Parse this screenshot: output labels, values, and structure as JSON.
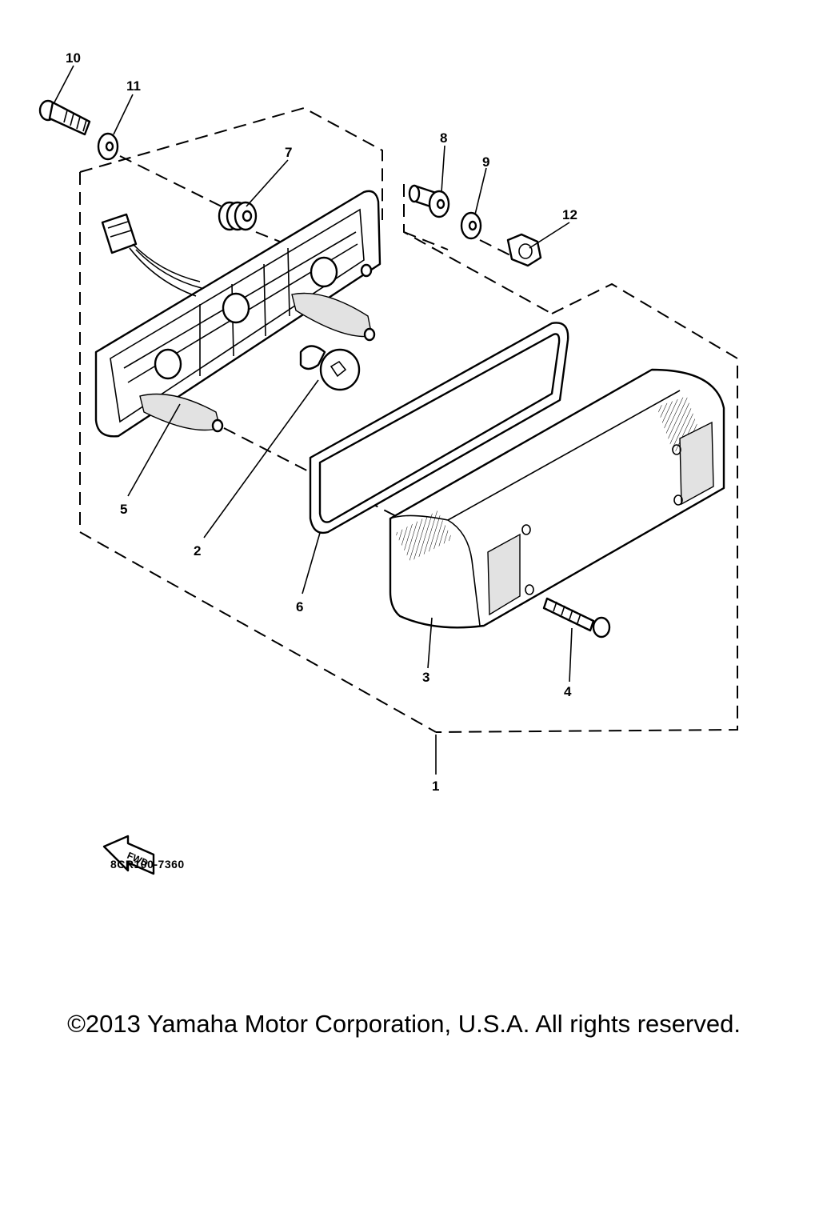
{
  "callouts": {
    "c1": "1",
    "c2": "2",
    "c3": "3",
    "c4": "4",
    "c5": "5",
    "c6": "6",
    "c7": "7",
    "c8": "8",
    "c9": "9",
    "c10": "10",
    "c11": "11",
    "c12": "12"
  },
  "fwd_label": "FWD",
  "diagram_code": "8CR100-7360",
  "copyright": "©2013 Yamaha Motor Corporation, U.S.A. All rights reserved."
}
